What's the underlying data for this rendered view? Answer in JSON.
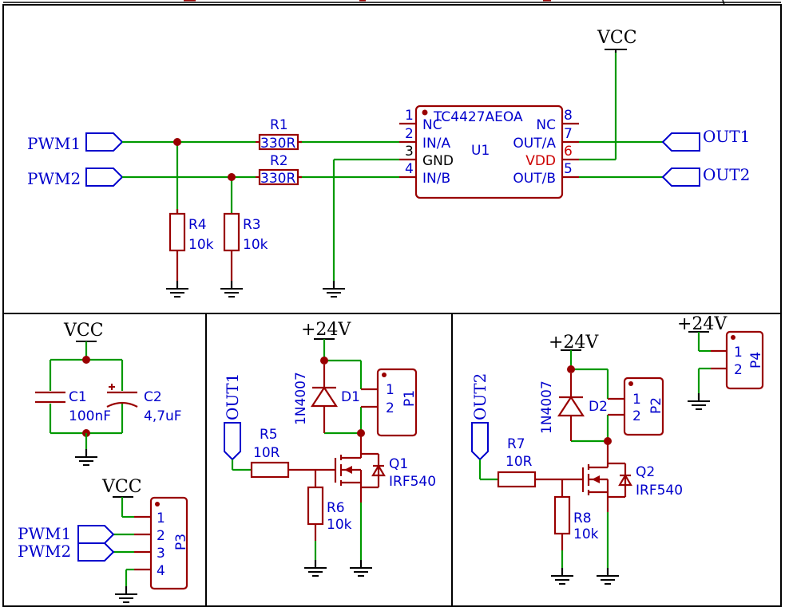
{
  "power": {
    "vcc": "VCC",
    "plus24": "+24V"
  },
  "u1": {
    "ref": "U1",
    "part": "TC4427AEOA",
    "pins_left": [
      {
        "num": "1",
        "name": "NC"
      },
      {
        "num": "2",
        "name": "IN/A"
      },
      {
        "num": "3",
        "name": "GND"
      },
      {
        "num": "4",
        "name": "IN/B"
      }
    ],
    "pins_right": [
      {
        "num": "8",
        "name": "NC"
      },
      {
        "num": "7",
        "name": "OUT/A"
      },
      {
        "num": "6",
        "name": "VDD"
      },
      {
        "num": "5",
        "name": "OUT/B"
      }
    ]
  },
  "nets": {
    "pwm1": "PWM1",
    "pwm2": "PWM2",
    "out1": "OUT1",
    "out2": "OUT2"
  },
  "resistors": {
    "r1": {
      "ref": "R1",
      "value": "330R"
    },
    "r2": {
      "ref": "R2",
      "value": "330R"
    },
    "r3": {
      "ref": "R3",
      "value": "10k"
    },
    "r4": {
      "ref": "R4",
      "value": "10k"
    },
    "r5": {
      "ref": "R5",
      "value": "10R"
    },
    "r6": {
      "ref": "R6",
      "value": "10k"
    },
    "r7": {
      "ref": "R7",
      "value": "10R"
    },
    "r8": {
      "ref": "R8",
      "value": "10k"
    }
  },
  "capacitors": {
    "c1": {
      "ref": "C1",
      "value": "100nF"
    },
    "c2": {
      "ref": "C2",
      "value": "4,7uF"
    }
  },
  "diodes": {
    "d1": {
      "ref": "D1",
      "value": "1N4007"
    },
    "d2": {
      "ref": "D2",
      "value": "1N4007"
    }
  },
  "mosfets": {
    "q1": {
      "ref": "Q1",
      "value": "IRF540"
    },
    "q2": {
      "ref": "Q2",
      "value": "IRF540"
    }
  },
  "connectors": {
    "p1": {
      "ref": "P1",
      "pins": [
        "1",
        "2"
      ]
    },
    "p2": {
      "ref": "P2",
      "pins": [
        "1",
        "2"
      ]
    },
    "p3": {
      "ref": "P3",
      "pins": [
        "1",
        "2",
        "3",
        "4"
      ]
    },
    "p4": {
      "ref": "P4",
      "pins": [
        "1",
        "2"
      ]
    }
  }
}
